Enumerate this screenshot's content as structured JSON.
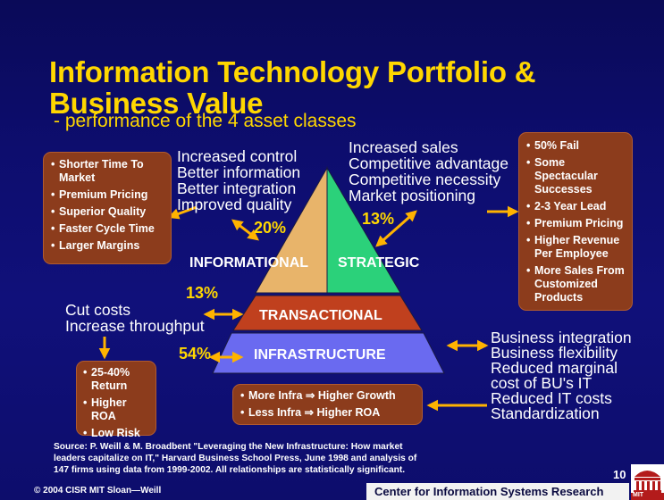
{
  "slide": {
    "title_line1": "Information Technology Portfolio &",
    "title_line2": "Business Value",
    "subtitle": "- performance of the 4 asset classes",
    "colors": {
      "background": "#0d0d6e",
      "title": "#ffd700",
      "box": "#8c3c1c",
      "informational": "#e8b46a",
      "strategic": "#2bd17a",
      "transactional": "#c0401e",
      "infrastructure": "#6a6af0",
      "arrow": "#ffb300"
    }
  },
  "pyramid": {
    "informational": {
      "label": "INFORMATIONAL",
      "percent": "20%"
    },
    "strategic": {
      "label": "STRATEGIC",
      "percent": "13%"
    },
    "transactional": {
      "label": "TRANSACTIONAL",
      "percent": "13%"
    },
    "infrastructure": {
      "label": "INFRASTRUCTURE",
      "percent": "54%"
    }
  },
  "informational_benefits": {
    "lines": [
      "Increased control",
      "Better information",
      "Better integration",
      "Improved quality"
    ]
  },
  "strategic_benefits": {
    "lines": [
      "Increased sales",
      "Competitive advantage",
      "Competitive necessity",
      "Market positioning"
    ]
  },
  "transactional_benefits": {
    "lines": [
      "Cut costs",
      "Increase throughput"
    ]
  },
  "infrastructure_benefits": {
    "lines": [
      "Business integration",
      "Business flexibility",
      "Reduced marginal",
      "cost of BU's IT",
      "Reduced IT costs",
      "Standardization"
    ]
  },
  "informational_box": {
    "items": [
      "Shorter Time To Market",
      "Premium Pricing",
      "Superior Quality",
      "Faster Cycle Time",
      "Larger Margins"
    ]
  },
  "strategic_box": {
    "items": [
      "50% Fail",
      "Some Spectacular Successes",
      "2-3 Year Lead",
      "Premium Pricing",
      "Higher Revenue Per Employee",
      "More Sales From Customized Products"
    ]
  },
  "transactional_box": {
    "items": [
      "25-40% Return",
      "Higher ROA",
      "Low Risk"
    ]
  },
  "infrastructure_box": {
    "items": [
      "More Infra ⇒ Higher Growth",
      "Less Infra ⇒ Higher ROA"
    ]
  },
  "footer": {
    "source_line1": "Source: P. Weill & M. Broadbent \"Leveraging the New Infrastructure: How market",
    "source_line2": "leaders capitalize on IT,\" Harvard Business School Press, June 1998 and analysis of",
    "source_line3": "147 firms using data from 1999-2002. All relationships are statistically significant.",
    "page_number": "10",
    "copyright": "© 2004 CISR MIT Sloan—Weill",
    "center_name": "Center for Information Systems Research",
    "logo_text": "MIT"
  }
}
